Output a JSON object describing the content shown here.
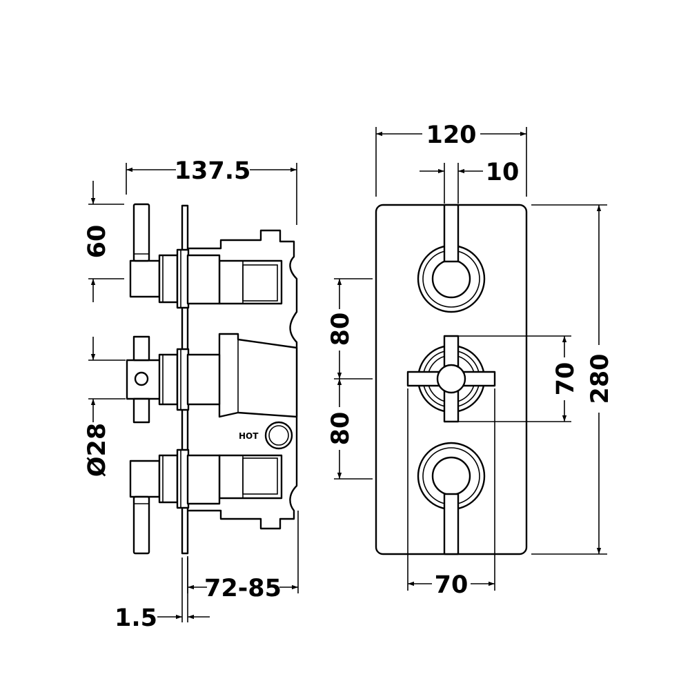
{
  "side_view": {
    "overall_depth": "137.5",
    "handle_spacing": "60",
    "knob_diameter": "Ø28",
    "projection_range": "72-85",
    "plate_thickness": "1.5",
    "inlet_label": "HOT"
  },
  "front_view": {
    "plate_width": "120",
    "lever_width": "10",
    "plate_height": "280",
    "spacing_upper": "80",
    "spacing_lower": "80",
    "handle_span_vertical": "70",
    "handle_span_horizontal": "70"
  },
  "colors": {
    "line": "#000000",
    "background": "#ffffff"
  }
}
